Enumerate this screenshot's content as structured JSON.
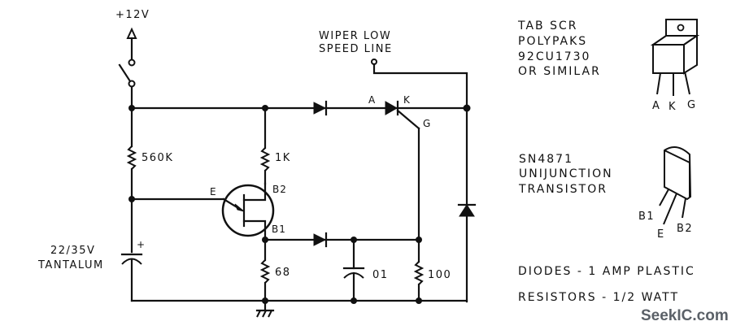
{
  "supply": {
    "label": "+12V"
  },
  "wiper": {
    "line1": "WIPER LOW",
    "line2": "SPEED LINE"
  },
  "components": {
    "r_560k": "560K",
    "r_1k": "1K",
    "r_68": "68",
    "r_100": "100",
    "c_01": "01",
    "c_tant_line1": "22/35V",
    "c_tant_line2": "TANTALUM",
    "c_plus": "+"
  },
  "ujt_pins": {
    "e": "E",
    "b2": "B2",
    "b1": "B1"
  },
  "scr_pins": {
    "a": "A",
    "k": "K",
    "g": "G"
  },
  "scr_note": [
    "TAB SCR",
    "POLYPAKS",
    "92CU1730",
    "OR SIMILAR"
  ],
  "scr_package_pins": {
    "a": "A",
    "k": "K",
    "g": "G"
  },
  "ujt_note": [
    "SN4871",
    "UNIJUNCTION",
    "TRANSISTOR"
  ],
  "ujt_package_pins": {
    "b1": "B1",
    "e": "E",
    "b2": "B2"
  },
  "footnotes": {
    "diodes": "DIODES - 1 AMP PLASTIC",
    "resistors": "RESISTORS - 1/2 WATT"
  },
  "watermark": "SeekIC.com"
}
